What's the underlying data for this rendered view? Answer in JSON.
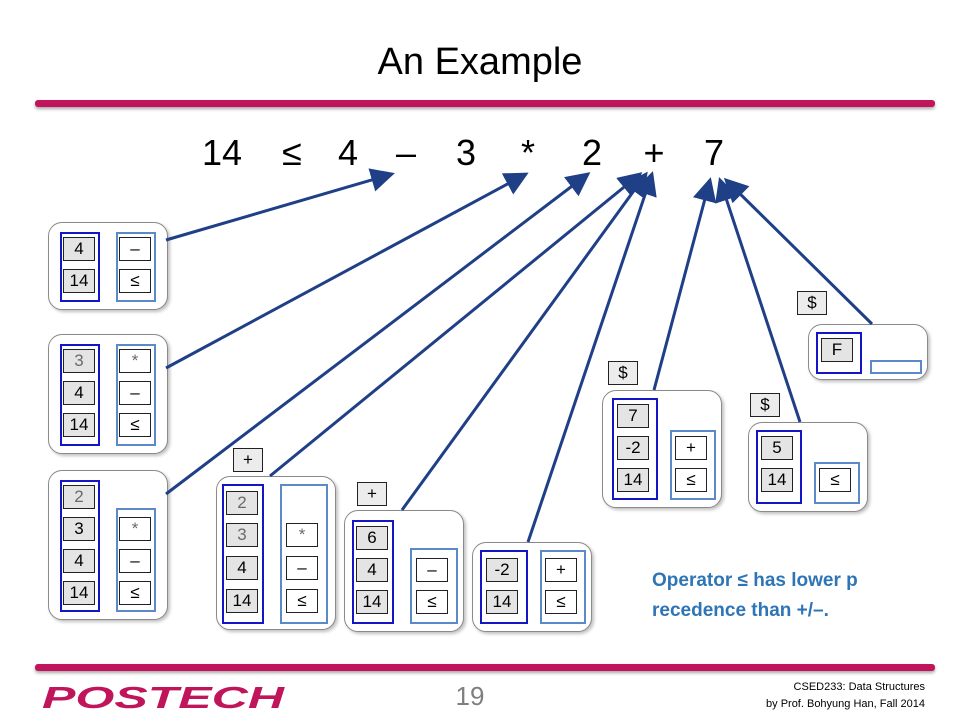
{
  "title": "An Example",
  "expression": [
    "14",
    "≤",
    "4",
    "–",
    "3",
    "*",
    "2",
    "+",
    "7"
  ],
  "note_lines": [
    "Operator ≤ has lower p",
    "recedence than +/–."
  ],
  "page_number": "19",
  "footer": {
    "course_line1": "CSED233: Data Structures",
    "course_line2": "by Prof. Bohyung Han, Fall 2014",
    "logo_text": "POSTECH"
  },
  "colors": {
    "accent_bar": "#c0155a",
    "operand_border": "#1515c8",
    "operator_border": "#5b8ac9",
    "note": "#2e75b6"
  },
  "stacks": {
    "s1": {
      "operands": [
        "4",
        "14"
      ],
      "operators": [
        "–",
        "≤"
      ]
    },
    "s2": {
      "operands": [
        "3",
        "4",
        "14"
      ],
      "operators": [
        "*",
        "–",
        "≤"
      ]
    },
    "s3": {
      "operands": [
        "2",
        "3",
        "4",
        "14"
      ],
      "operators": [
        "*",
        "–",
        "≤"
      ]
    },
    "s4": {
      "tag": "+",
      "operands": [
        "2",
        "3",
        "4",
        "14"
      ],
      "operators": [
        "*",
        "–",
        "≤"
      ]
    },
    "s5": {
      "tag": "+",
      "operands": [
        "6",
        "4",
        "14"
      ],
      "operators": [
        "–",
        "≤"
      ]
    },
    "s6": {
      "operands": [
        "-2",
        "14"
      ],
      "operators": [
        "+",
        "≤"
      ]
    },
    "s7": {
      "tag": "$",
      "operands": [
        "7",
        "-2",
        "14"
      ],
      "operators": [
        "+",
        "≤"
      ]
    },
    "s8": {
      "tag": "$",
      "operands": [
        "5",
        "14"
      ],
      "operators": [
        "≤"
      ]
    },
    "s9": {
      "tag": "$",
      "operands": [
        "F"
      ]
    }
  }
}
